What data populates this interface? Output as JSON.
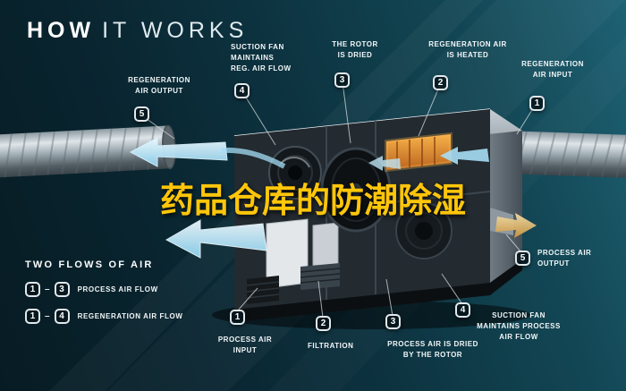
{
  "title": {
    "bold": "HOW",
    "light": "IT WORKS"
  },
  "overlay": {
    "text": "药品仓库的防潮除湿",
    "color": "#ffc60a"
  },
  "callouts": [
    {
      "id": "regeneration-air-output",
      "num": "5",
      "lines": [
        "REGENERATION",
        "AIR OUTPUT"
      ]
    },
    {
      "id": "suction-fan-reg-air-flow",
      "num": "4",
      "lines": [
        "SUCTION FAN",
        "MAINTAINS",
        "REG. AIR FLOW"
      ]
    },
    {
      "id": "rotor-is-dried",
      "num": "3",
      "lines": [
        "THE ROTOR",
        "IS DRIED"
      ]
    },
    {
      "id": "regeneration-air-heated",
      "num": "2",
      "lines": [
        "REGENERATION AIR",
        "IS HEATED"
      ]
    },
    {
      "id": "regeneration-air-input",
      "num": "1",
      "lines": [
        "REGENERATION",
        "AIR INPUT"
      ]
    },
    {
      "id": "process-air-output",
      "num": "5",
      "lines": [
        "PROCESS AIR",
        "OUTPUT"
      ]
    },
    {
      "id": "suction-fan-process-air-flow",
      "num": "4",
      "lines": [
        "SUCTION FAN",
        "MAINTAINS PROCESS",
        "AIR FLOW"
      ]
    },
    {
      "id": "process-air-dried-by-rotor",
      "num": "3",
      "lines": [
        "PROCESS AIR IS DRIED",
        "BY THE ROTOR"
      ]
    },
    {
      "id": "filtration",
      "num": "2",
      "lines": [
        "FILTRATION"
      ]
    },
    {
      "id": "process-air-input",
      "num": "1",
      "lines": [
        "PROCESS AIR",
        "INPUT"
      ]
    }
  ],
  "legend": {
    "heading": "TWO FLOWS OF AIR",
    "rows": [
      {
        "from": "1",
        "dash": "–",
        "to": "3",
        "label": "PROCESS AIR FLOW"
      },
      {
        "from": "1",
        "dash": "–",
        "to": "4",
        "label": "REGENERATION AIR FLOW"
      }
    ]
  },
  "colors": {
    "background": "#0d3340",
    "accent_blue": "#a6def5",
    "accent_yellow": "#ffc60a",
    "heater_orange": "#e8943a",
    "duct_gray": "#9fabb2"
  }
}
